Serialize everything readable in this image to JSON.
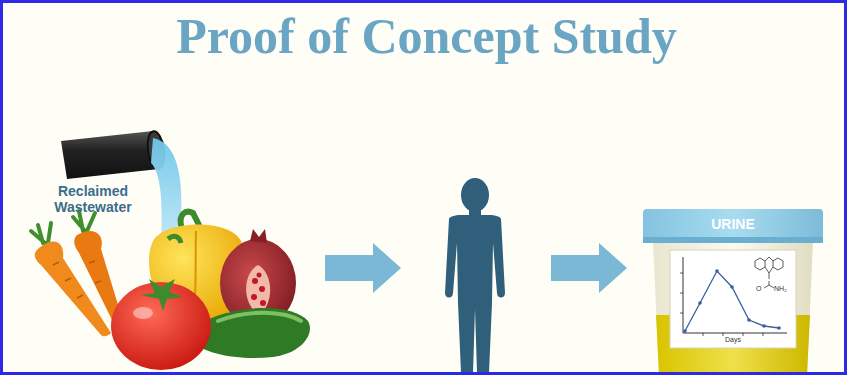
{
  "diagram": {
    "title": "Proof of Concept Study",
    "labels": [
      "Reclaimed Wastewater",
      "URINE",
      "Days",
      "O",
      "NH₂"
    ]
  }
}
